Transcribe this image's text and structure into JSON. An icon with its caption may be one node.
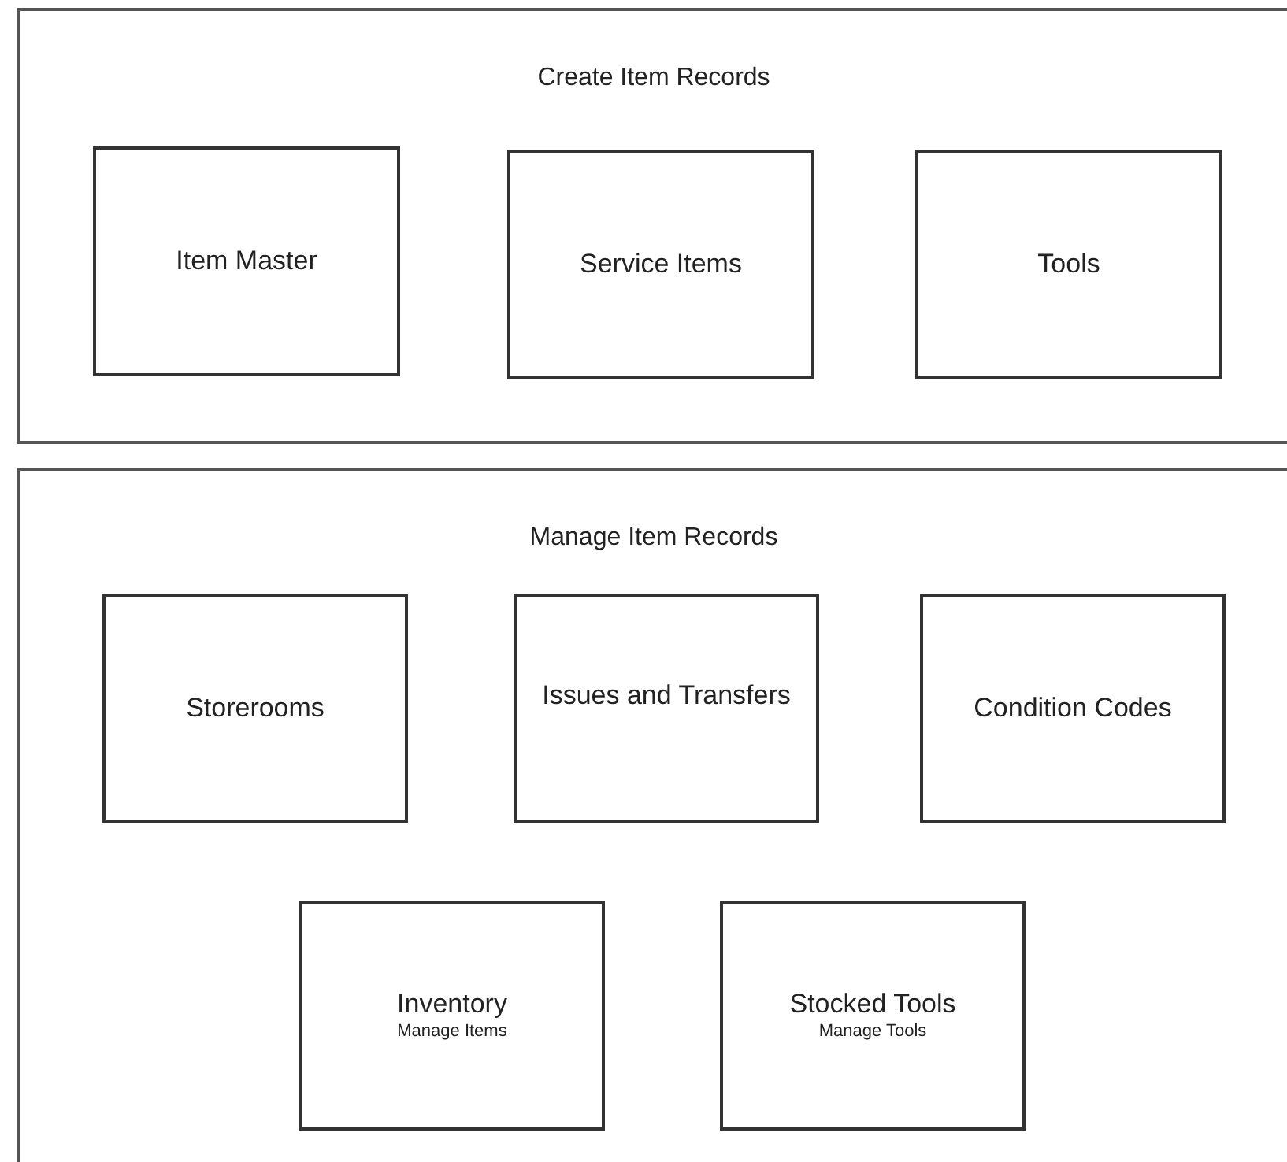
{
  "diagram": {
    "nodes": [
      {
        "text": [
          "Create Item Records"
        ]
      },
      {
        "text": [
          "Item Master"
        ],
        "in": 0
      },
      {
        "text": [
          "Service Items"
        ],
        "in": 0
      },
      {
        "text": [
          "Tools"
        ],
        "in": 0
      },
      {
        "text": [
          "Manage Item Records"
        ]
      },
      {
        "text": [
          "Storerooms"
        ],
        "in": 4
      },
      {
        "text": [
          "Issues and Transfers"
        ],
        "in": 4
      },
      {
        "text": [
          "Condition Codes"
        ],
        "in": 4
      },
      {
        "text": [
          "Inventory",
          "Manage Items"
        ],
        "in": 4
      },
      {
        "text": [
          "Stocked Tools",
          "Manage Tools"
        ],
        "in": 4
      }
    ]
  }
}
